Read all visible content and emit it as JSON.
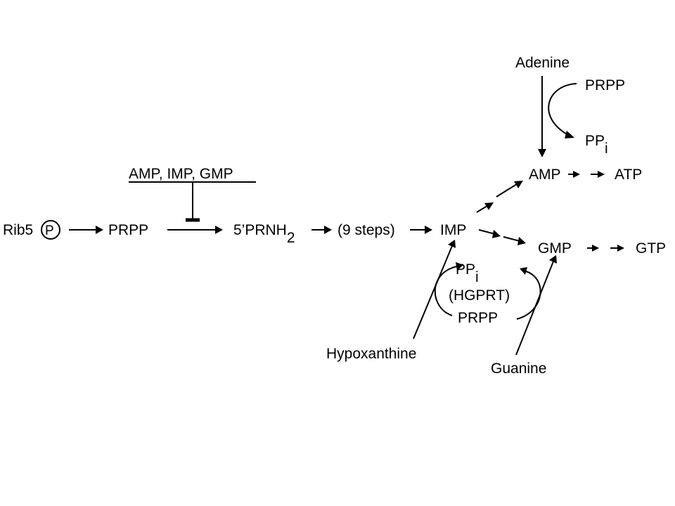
{
  "labels": {
    "rib5": "Rib5",
    "phosphate": "P",
    "prpp_main": "PRPP",
    "prnh_base": "5’PRNH",
    "prnh_sub": "2",
    "nine_steps": "(9 steps)",
    "imp": "IMP",
    "inhibitors": "AMP, IMP, GMP",
    "adenine": "Adenine",
    "prpp_adenine": "PRPP",
    "ppi_adenine_base": "PP",
    "ppi_adenine_sub": "i",
    "amp": "AMP",
    "atp": "ATP",
    "gmp": "GMP",
    "gtp": "GTP",
    "ppi_hgprt_base": "PP",
    "ppi_hgprt_sub": "i",
    "hgprt": "(HGPRT)",
    "prpp_hgprt": "PRPP",
    "hypoxanthine": "Hypoxanthine",
    "guanine": "Guanine"
  }
}
